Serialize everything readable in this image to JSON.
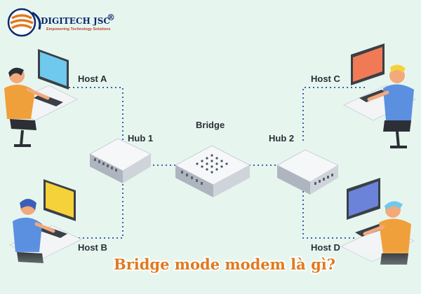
{
  "logo": {
    "name": "DIGITECH JSC",
    "mark": "®",
    "tagline": "Empowering Technology Solutions"
  },
  "nodes": {
    "host_a": "Host A",
    "host_b": "Host B",
    "host_c": "Host C",
    "host_d": "Host D",
    "hub_1": "Hub 1",
    "hub_2": "Hub 2",
    "bridge": "Bridge"
  },
  "caption": "Bridge mode modem là gì?",
  "colors": {
    "background": "#e6f6ef",
    "link": "#3f5ea8",
    "screen_a": "#6fc8ee",
    "screen_b": "#f5d23a",
    "screen_c": "#f07a55",
    "screen_d": "#6b83d8",
    "caption": "#e07a20"
  }
}
